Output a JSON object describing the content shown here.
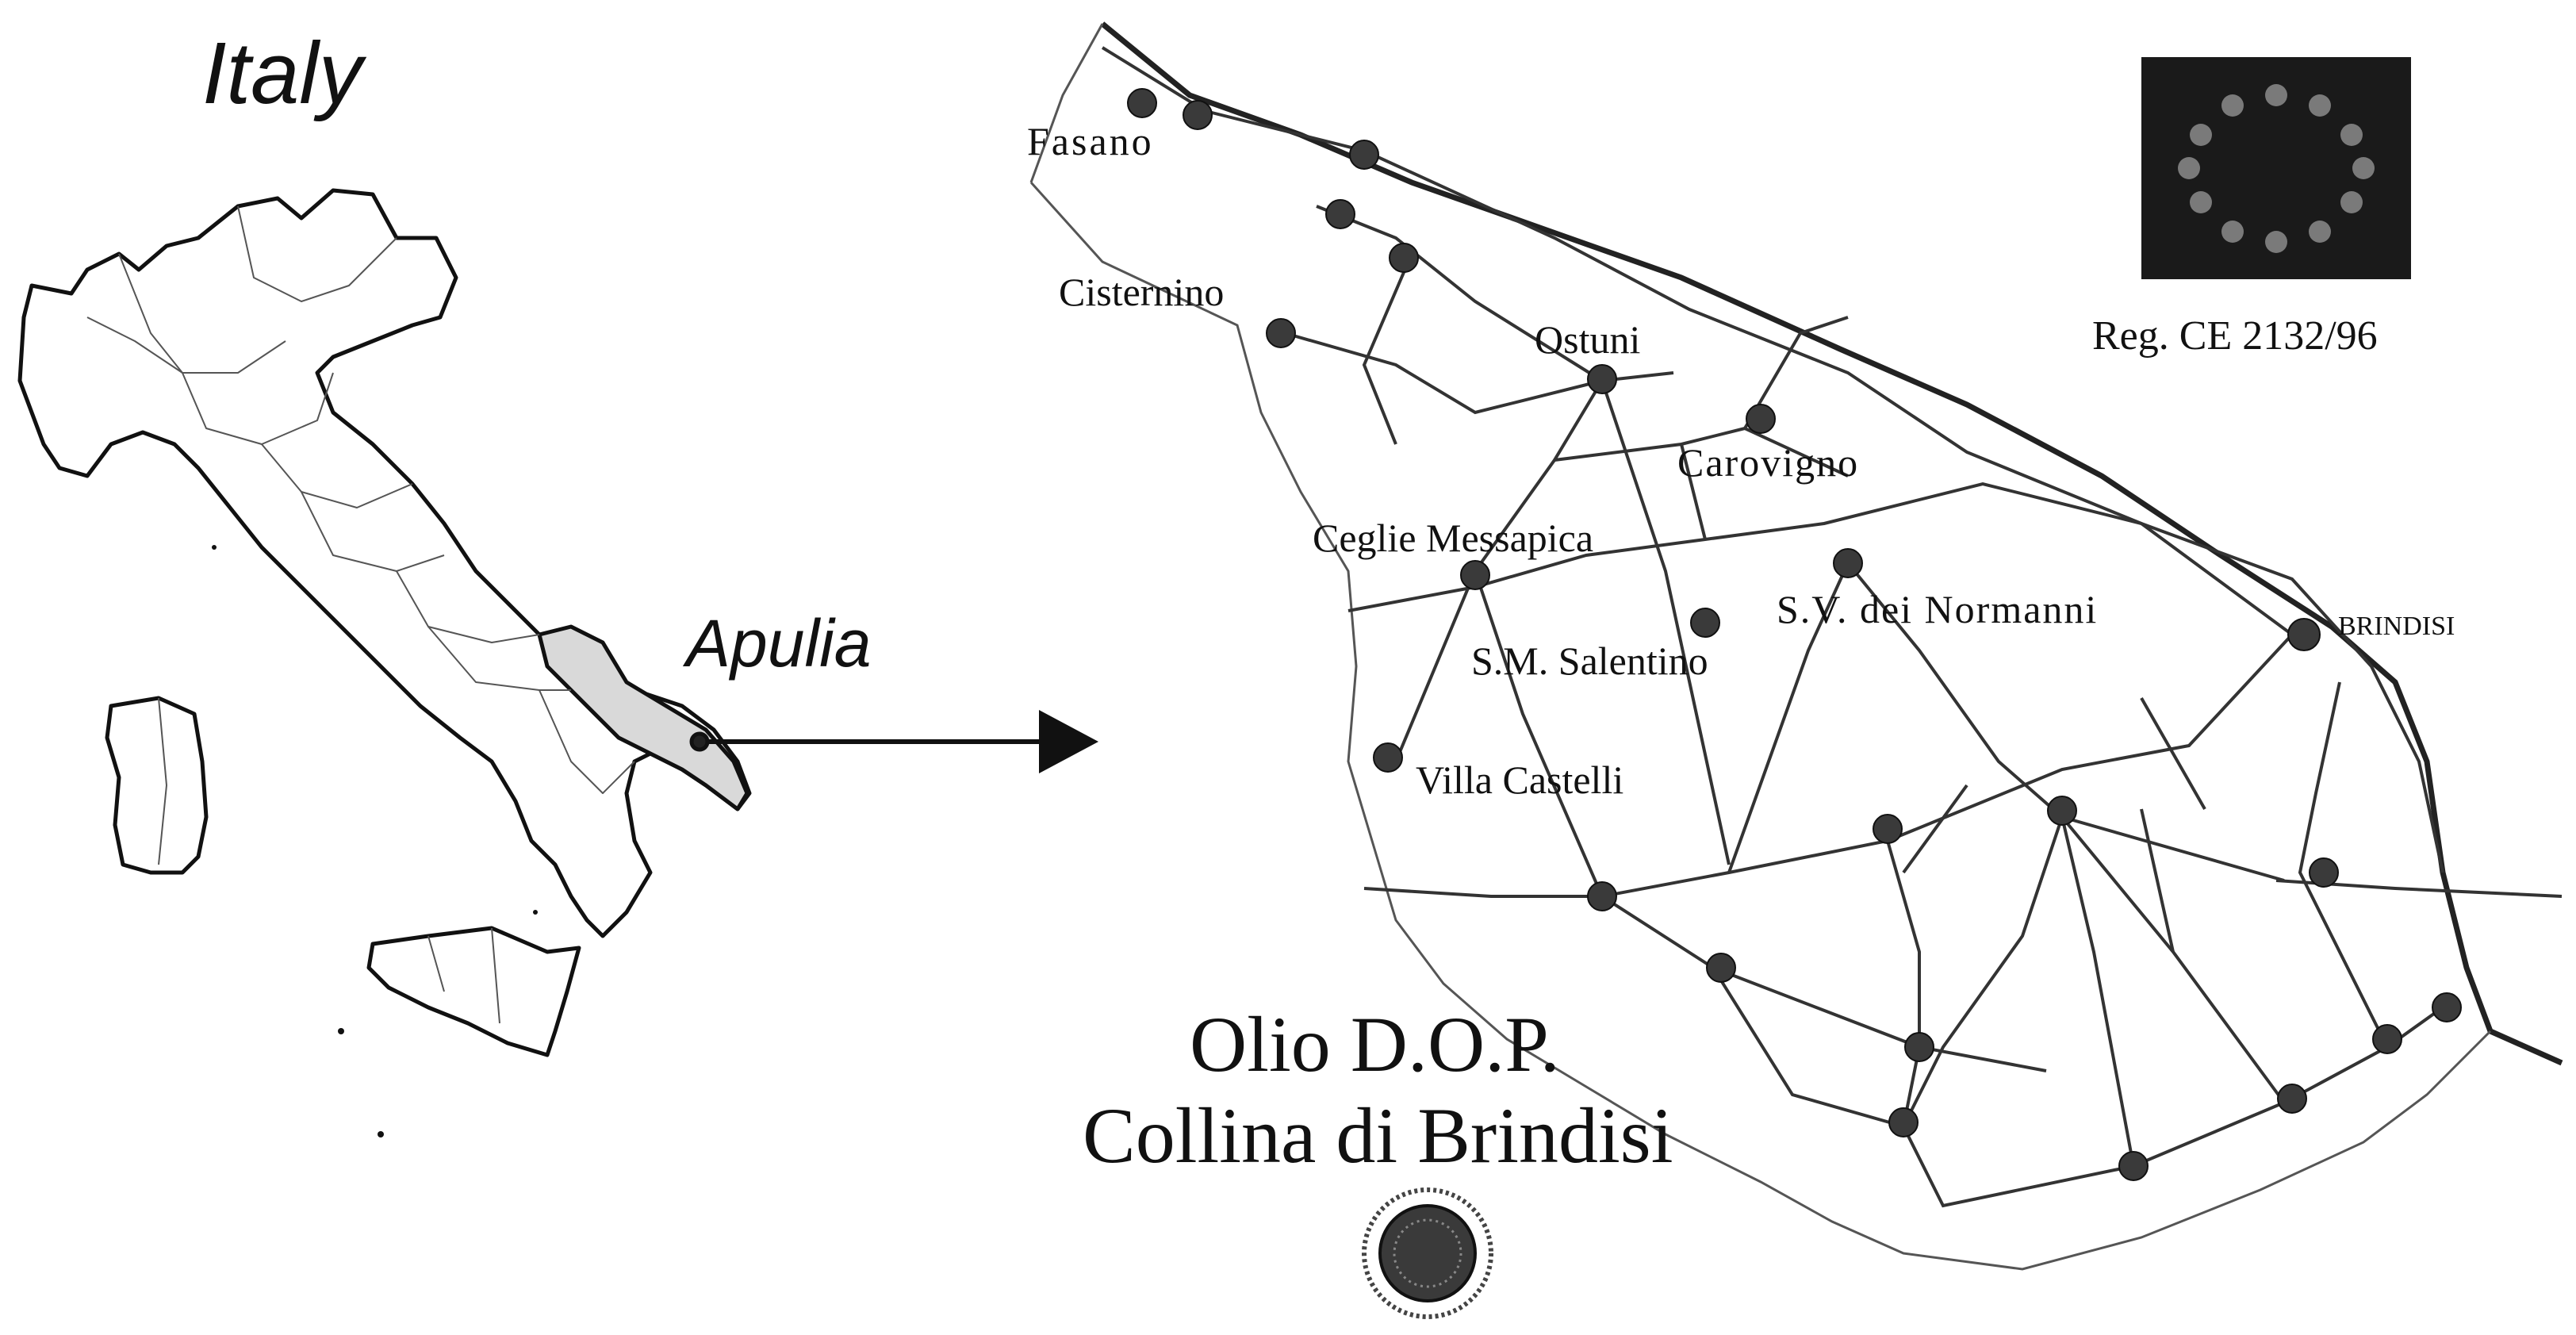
{
  "left_panel": {
    "title": "Italy",
    "region_label": "Apulia",
    "highlight_color": "#d9d9d9"
  },
  "right_panel": {
    "eu_flag_caption": "Reg. CE 2132/96",
    "product_title_line1": "Olio D.O.P.",
    "product_title_line2": "Collina di Brindisi",
    "towns": {
      "fasano": "Fasano",
      "cisternino": "Cisternino",
      "ostuni": "Ostuni",
      "carovigno": "Carovigno",
      "ceglie": "Ceglie Messapica",
      "svnormanni": "S.V. dei Normanni",
      "brindisi": "BRINDISI",
      "smsalentino": "S.M. Salentino",
      "villacastelli": "Villa Castelli"
    }
  },
  "colors": {
    "ink": "#111111",
    "flag_bg": "#1a1a1a",
    "flag_star": "#7a7a7a",
    "road": "#333333",
    "coast": "#222222",
    "dot": "#3a3a3a"
  },
  "icons": {
    "arrow": "arrow-right-icon",
    "eu_flag": "eu-flag-icon",
    "dop_seal": "dop-seal-icon"
  }
}
